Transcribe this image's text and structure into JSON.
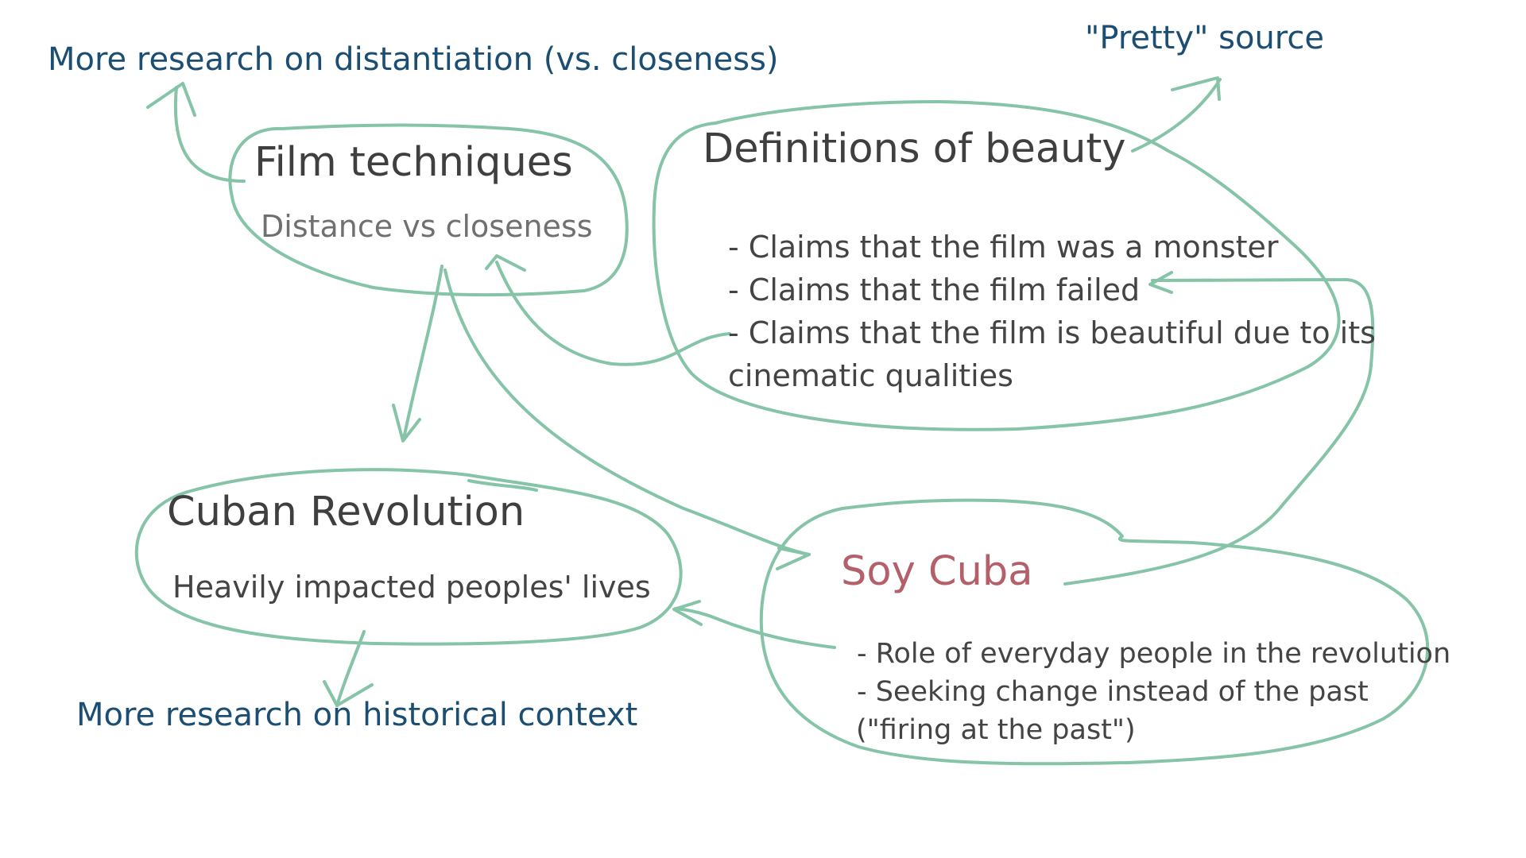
{
  "colors": {
    "stroke": "#85c4a6",
    "note": "#1b4e72",
    "heading": "#3f3f3f",
    "highlight": "#b3606a"
  },
  "notes": {
    "distantiation": "More research on distantiation (vs. closeness)",
    "pretty_source": "\"Pretty\" source",
    "historical": "More research on historical context"
  },
  "film_techniques": {
    "title": "Film techniques",
    "subtitle": "Distance vs closeness"
  },
  "beauty": {
    "title": "Definitions of beauty",
    "points": [
      "- Claims that the film was a monster",
      "- Claims that the film failed",
      "- Claims that the film is beautiful due to its",
      "cinematic qualities"
    ]
  },
  "cuban_revolution": {
    "title": "Cuban Revolution",
    "subtitle": "Heavily impacted peoples' lives"
  },
  "soy_cuba": {
    "title": "Soy Cuba",
    "points": [
      "- Role of everyday people in the revolution",
      "- Seeking change instead of the past",
      "(\"firing at the past\")"
    ]
  }
}
